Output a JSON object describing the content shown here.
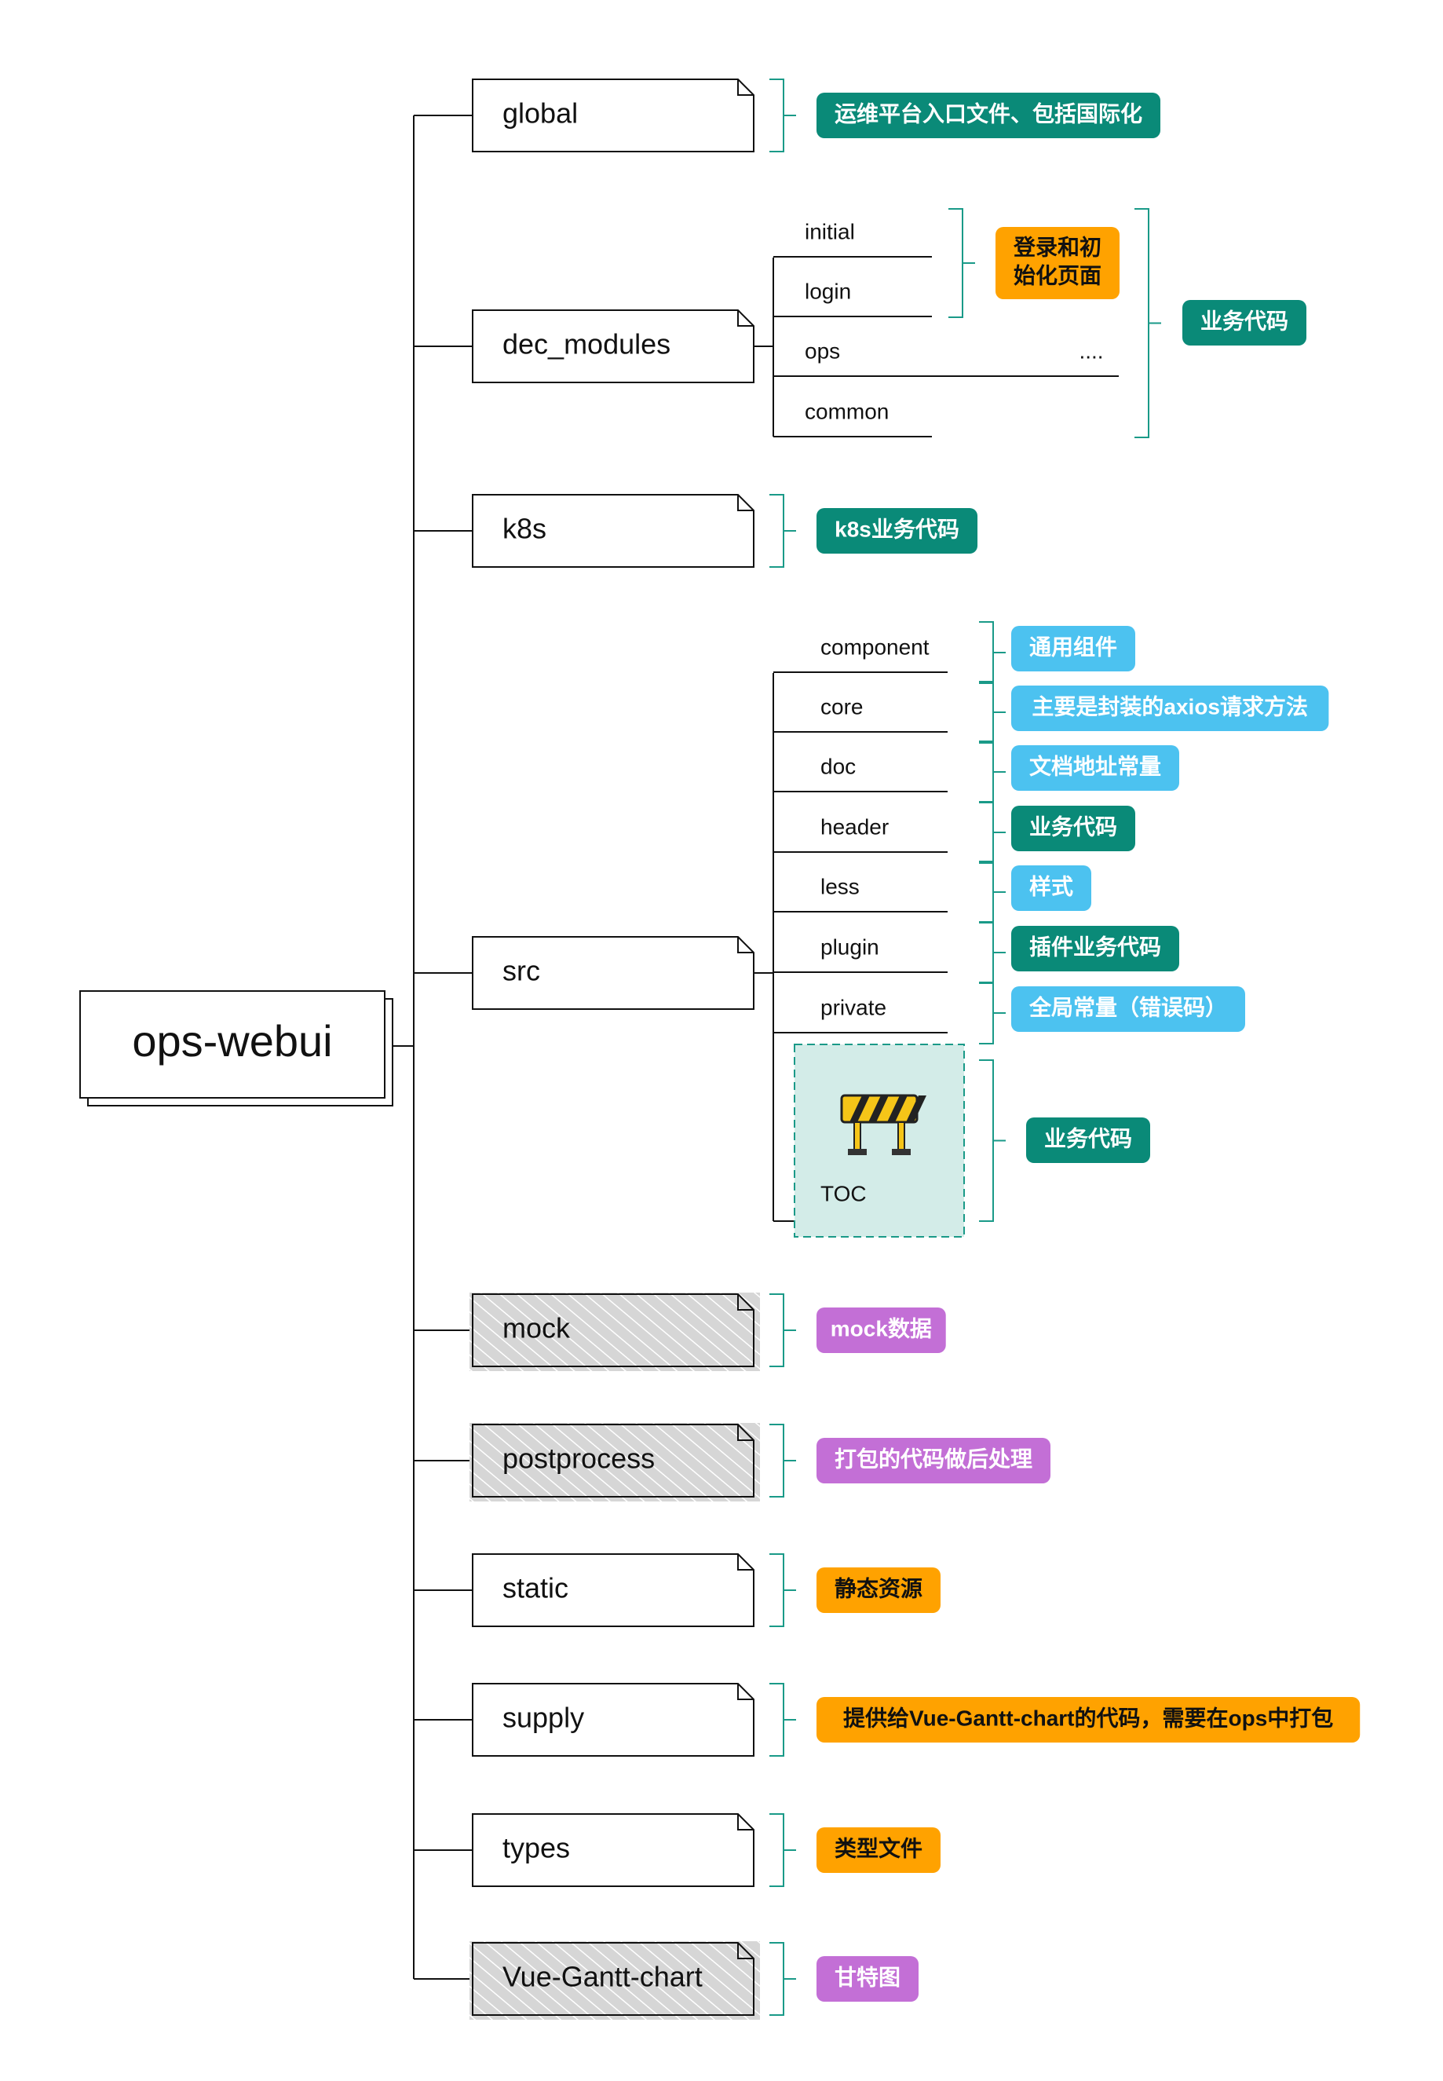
{
  "root": {
    "label": "ops-webui"
  },
  "colors": {
    "teal": "#0a8a78",
    "orange": "#ffa200",
    "blue": "#4cc2f0",
    "purple": "#c36fd6",
    "bracket": "#1a9a88",
    "line": "#111111",
    "hatch_fill": "#d6d6d6",
    "toc_fill": "#d3ece8"
  },
  "folders": [
    {
      "label": "global",
      "hatched": false,
      "tags": [
        {
          "text": "运维平台入口文件、包括国际化",
          "color": "teal"
        }
      ]
    },
    {
      "label": "dec_modules",
      "hatched": false,
      "children": [
        "initial",
        "login",
        "ops",
        "common"
      ],
      "ellipsis": "....",
      "tags": [
        {
          "text": "登录和初",
          "text2": "始化页面",
          "color": "orange"
        },
        {
          "text": "业务代码",
          "color": "teal"
        }
      ]
    },
    {
      "label": "k8s",
      "hatched": false,
      "tags": [
        {
          "text": "k8s业务代码",
          "color": "teal"
        }
      ]
    },
    {
      "label": "src",
      "hatched": false,
      "children": [
        {
          "name": "component",
          "tag": "通用组件",
          "color": "blue"
        },
        {
          "name": "core",
          "tag": "主要是封装的axios请求方法",
          "color": "blue"
        },
        {
          "name": "doc",
          "tag": "文档地址常量",
          "color": "blue"
        },
        {
          "name": "header",
          "tag": "业务代码",
          "color": "teal"
        },
        {
          "name": "less",
          "tag": "样式",
          "color": "blue"
        },
        {
          "name": "plugin",
          "tag": "插件业务代码",
          "color": "teal"
        },
        {
          "name": "private",
          "tag": "全局常量（错误码）",
          "color": "blue"
        },
        {
          "name": "TOC",
          "tag": "业务代码",
          "color": "teal",
          "icon": "roadblock-icon"
        }
      ]
    },
    {
      "label": "mock",
      "hatched": true,
      "tags": [
        {
          "text": "mock数据",
          "color": "purple"
        }
      ]
    },
    {
      "label": "postprocess",
      "hatched": true,
      "tags": [
        {
          "text": "打包的代码做后处理",
          "color": "purple"
        }
      ]
    },
    {
      "label": "static",
      "hatched": false,
      "tags": [
        {
          "text": "静态资源",
          "color": "orange"
        }
      ]
    },
    {
      "label": "supply",
      "hatched": false,
      "tags": [
        {
          "text": "提供给Vue-Gantt-chart的代码，需要在ops中打包",
          "color": "orange"
        }
      ]
    },
    {
      "label": "types",
      "hatched": false,
      "tags": [
        {
          "text": "类型文件",
          "color": "orange"
        }
      ]
    },
    {
      "label": "Vue-Gantt-chart",
      "hatched": true,
      "tags": [
        {
          "text": "甘特图",
          "color": "purple"
        }
      ]
    }
  ]
}
